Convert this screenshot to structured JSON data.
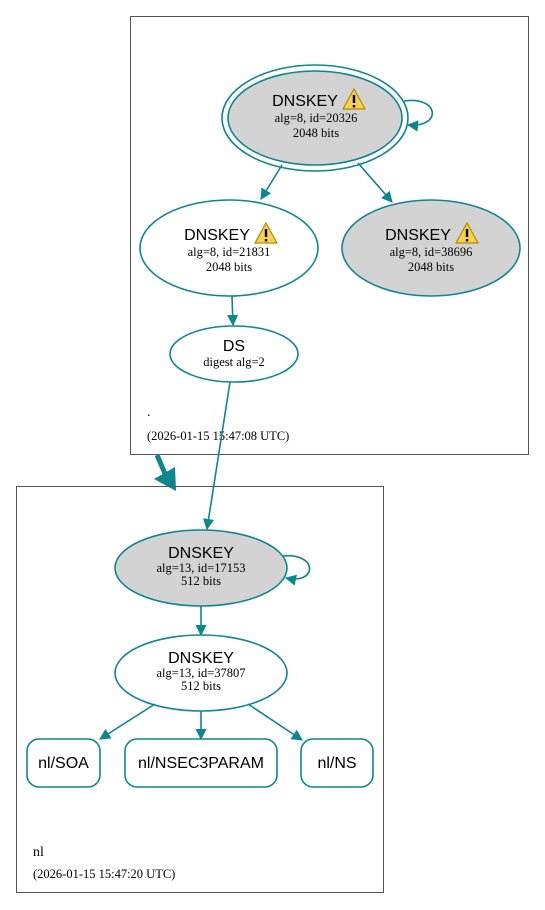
{
  "colors": {
    "edge": "#0a878f",
    "node_fill_ksk": "#d3d3d3",
    "node_fill_plain": "#ffffff",
    "cluster_border": "#555555",
    "warning_fill": "#f7d34b",
    "warning_stroke": "#b38a00"
  },
  "root_zone": {
    "name": ".",
    "timestamp": "(2026-01-15 15:47:08 UTC)",
    "dnskey_20326": {
      "title": "DNSKEY",
      "line1": "alg=8, id=20326",
      "line2": "2048 bits",
      "warning": true
    },
    "dnskey_21831": {
      "title": "DNSKEY",
      "line1": "alg=8, id=21831",
      "line2": "2048 bits",
      "warning": true
    },
    "dnskey_38696": {
      "title": "DNSKEY",
      "line1": "alg=8, id=38696",
      "line2": "2048 bits",
      "warning": true
    },
    "ds": {
      "title": "DS",
      "line1": "digest alg=2"
    }
  },
  "nl_zone": {
    "name": "nl",
    "timestamp": "(2026-01-15 15:47:20 UTC)",
    "dnskey_17153": {
      "title": "DNSKEY",
      "line1": "alg=13, id=17153",
      "line2": "512 bits"
    },
    "dnskey_37807": {
      "title": "DNSKEY",
      "line1": "alg=13, id=37807",
      "line2": "512 bits"
    },
    "rrsets": {
      "soa": "nl/SOA",
      "nsec3param": "nl/NSEC3PARAM",
      "ns": "nl/NS"
    }
  }
}
